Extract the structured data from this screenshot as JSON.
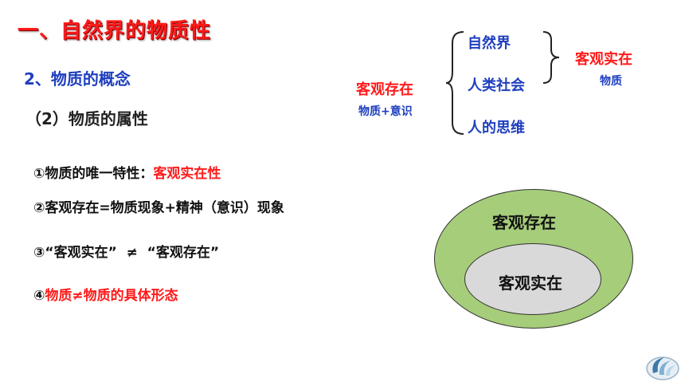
{
  "title": "一、自然界的物质性",
  "subtitle": "2、物质的概念",
  "sub_heading": "（2）物质的属性",
  "points": [
    {
      "prefix": "①物质的唯一特性：",
      "highlight": "客观实在性"
    },
    {
      "text": "②客观存在=物质现象+精神（意识）现象"
    },
    {
      "text": "③“客观实在”  ≠  “客观存在”"
    },
    {
      "prefix": "④",
      "highlight": "物质≠物质的具体形态"
    }
  ],
  "diagram": {
    "left_label": "客观存在",
    "left_sub": "物质+意识",
    "items": [
      "自然界",
      "人类社会",
      "人的思维"
    ],
    "right_label": "客观实在",
    "right_sub": "物质"
  },
  "venn": {
    "outer_label": "客观存在",
    "inner_label": "客观实在",
    "outer_color": "#a6cd7a",
    "inner_color": "#d9d9d9"
  },
  "colors": {
    "red": "#ff1a1a",
    "blue": "#1f3fbf"
  }
}
